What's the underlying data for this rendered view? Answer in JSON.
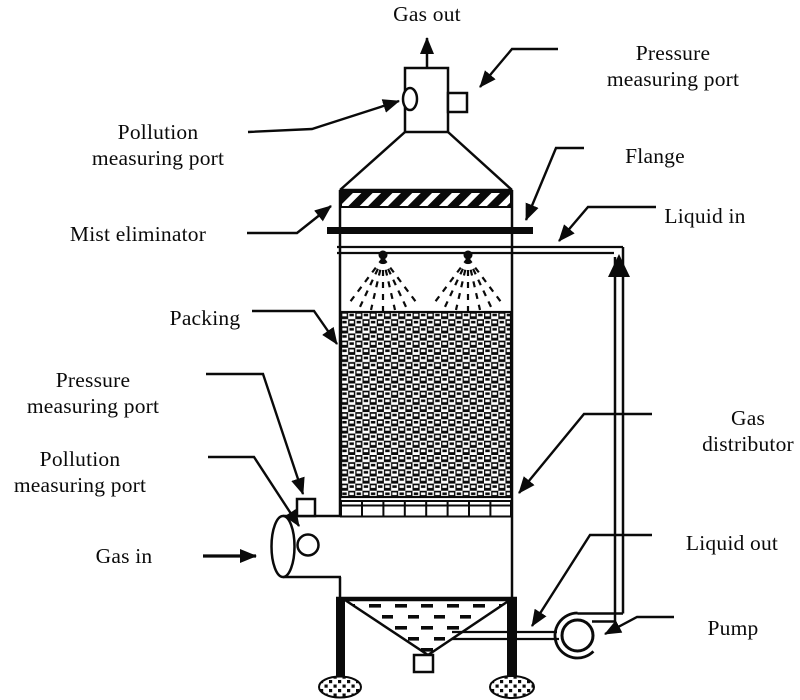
{
  "colors": {
    "ink": "#0a0a0a",
    "background": "#ffffff"
  },
  "labels": {
    "gas_out": "Gas out",
    "pressure_port_top": {
      "line1": "Pressure",
      "line2": "measuring port"
    },
    "pollution_port_top": {
      "line1": "Pollution",
      "line2": "measuring port"
    },
    "flange": "Flange",
    "mist_eliminator": "Mist eliminator",
    "liquid_in": "Liquid in",
    "packing": "Packing",
    "pressure_port_bottom": {
      "line1": "Pressure",
      "line2": "measuring port"
    },
    "pollution_port_bottom": {
      "line1": "Pollution",
      "line2": "measuring port"
    },
    "gas_in": "Gas in",
    "gas_distributor": {
      "line1": "Gas",
      "line2": "distributor"
    },
    "liquid_out": "Liquid out",
    "pump": "Pump"
  }
}
